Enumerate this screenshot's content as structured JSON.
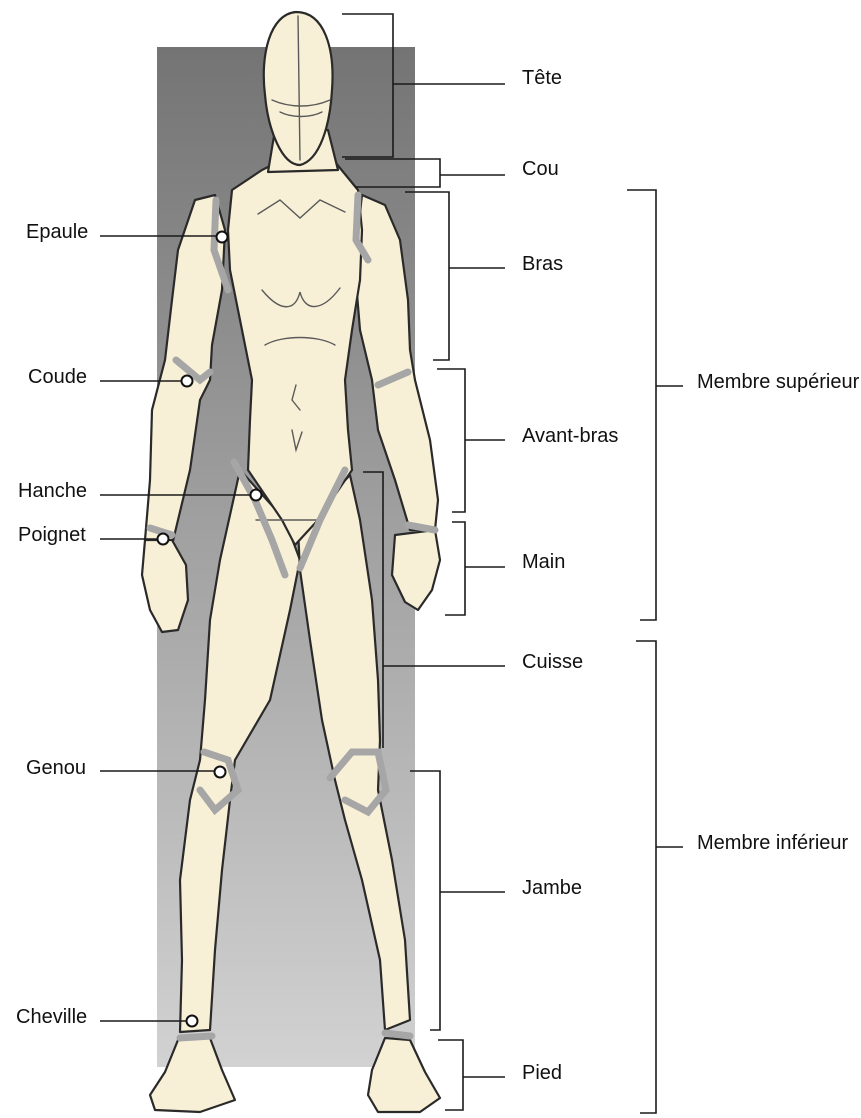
{
  "diagram": {
    "colors": {
      "backdrop_top": "#747474",
      "backdrop_bottom": "#d2d2d2",
      "skin": "#f8f0d6",
      "outline": "#2a2a2a",
      "joint_band": "#a6a6a6",
      "bracket": "#1a1a1a",
      "text": "#111111"
    },
    "left_labels": {
      "epaule": "Epaule",
      "coude": "Coude",
      "hanche": "Hanche",
      "poignet": "Poignet",
      "genou": "Genou",
      "cheville": "Cheville"
    },
    "right_labels": {
      "tete": "Tête",
      "cou": "Cou",
      "bras": "Bras",
      "avant_bras": "Avant-bras",
      "main": "Main",
      "cuisse": "Cuisse",
      "jambe": "Jambe",
      "pied": "Pied"
    },
    "group_labels": {
      "membre_superieur": "Membre supérieur",
      "membre_inferieur": "Membre inférieur"
    }
  }
}
